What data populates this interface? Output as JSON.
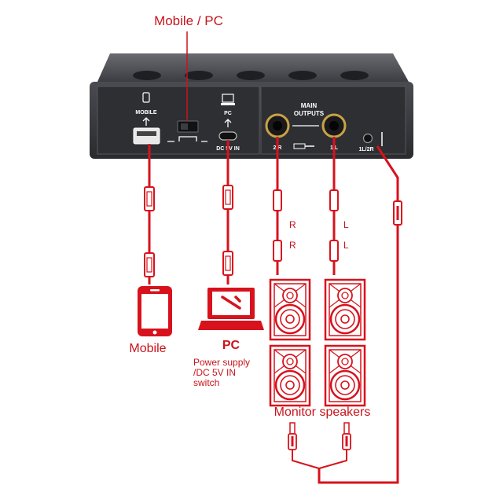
{
  "top_label": "Mobile / PC",
  "device": {
    "mobile_port_label": "MOBILE",
    "pc_port_label": "PC",
    "dc_label": "DC 5V IN",
    "main_outputs": [
      "MAIN",
      "OUTPUTS"
    ],
    "jack_right": "2 R",
    "jack_left": "1 L",
    "headphone": "1L/2R"
  },
  "cable_letters": [
    "R",
    "R",
    "L",
    "L"
  ],
  "mobile_label": "Mobile",
  "pc_label": "PC",
  "pc_desc": [
    "Power supply",
    "/DC 5V IN",
    "switch"
  ],
  "speakers_label": "Monitor speakers",
  "colors": {
    "accent": "#c8141c",
    "wire": "#d8121c",
    "device": "#3a3b3f",
    "panel": "#2e2f33"
  }
}
